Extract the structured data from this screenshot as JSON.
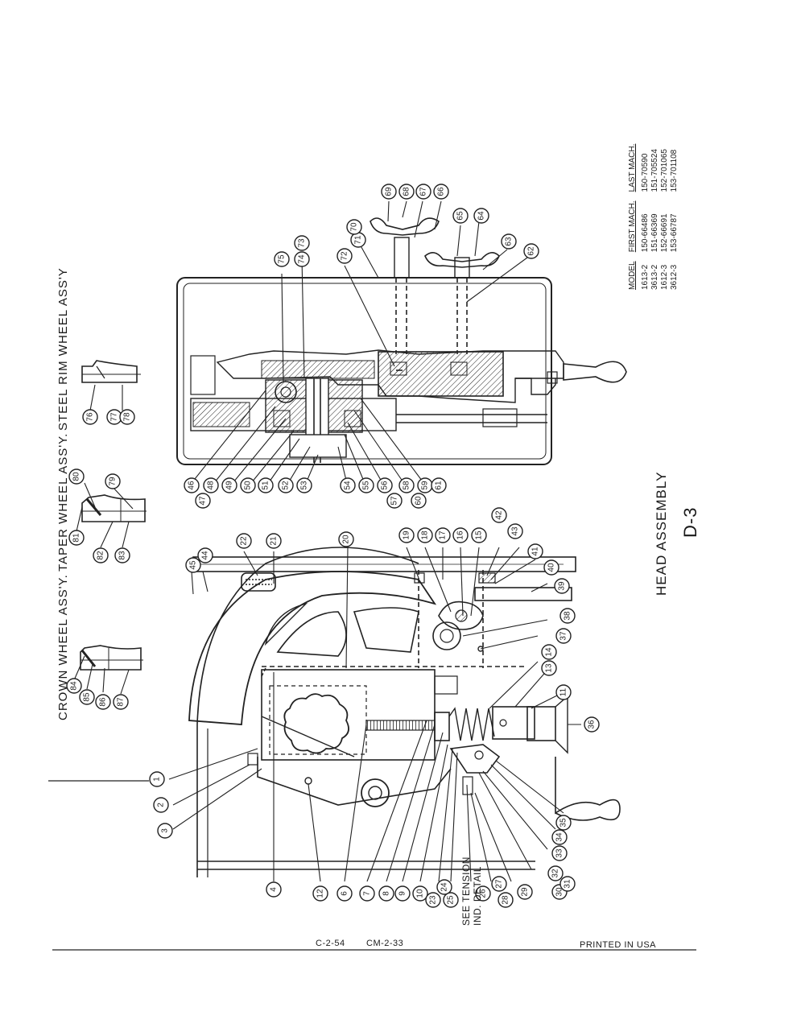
{
  "page": {
    "subassembly_titles": {
      "steel_rim": "STEEL RIM WHEEL ASS'Y",
      "taper": "TAPER WHEEL ASS'Y.",
      "crown": "CROWN WHEEL ASS'Y."
    },
    "title": "HEAD ASSEMBLY",
    "page_code": "D-3",
    "footer_left": "C-2-54",
    "footer_mid": "CM-2-33",
    "footer_right": "PRINTED IN USA",
    "tension_note_line1": "SEE TENSION",
    "tension_note_line2": "IND. DETAIL"
  },
  "model_table": {
    "headers": [
      "MODEL",
      "FIRST MACH.",
      "LAST MACH."
    ],
    "rows": [
      [
        "1613-2",
        "150-66486",
        "150-70590"
      ],
      [
        "3613-2",
        "151-66369",
        "151-705524"
      ],
      [
        "1612-3",
        "152-66691",
        "152-701065"
      ],
      [
        "3612-3",
        "153-66787",
        "153-701108"
      ]
    ]
  },
  "callouts": {
    "steel_rim": [
      "76",
      "77",
      "78"
    ],
    "taper": [
      "80",
      "79",
      "81",
      "82",
      "83"
    ],
    "crown": [
      "84",
      "85",
      "86",
      "87"
    ],
    "top_view_bottom": [
      "46",
      "47",
      "48",
      "49",
      "50",
      "51",
      "52",
      "53",
      "54",
      "55",
      "56",
      "57",
      "58",
      "59",
      "60",
      "61"
    ],
    "top_view_left": [
      "75",
      "74",
      "73",
      "72",
      "71",
      "70"
    ],
    "top_view_right": [
      "69",
      "68",
      "67",
      "66",
      "65",
      "64",
      "63",
      "62"
    ],
    "side_view_top": [
      "45",
      "44",
      "22",
      "21",
      "20",
      "19",
      "18",
      "17",
      "16",
      "15",
      "42",
      "43",
      "41",
      "40",
      "39"
    ],
    "side_view_left": [
      "1",
      "2",
      "3"
    ],
    "side_view_right": [
      "38",
      "37",
      "14",
      "13",
      "11",
      "36"
    ],
    "side_view_bottom": [
      "4",
      "12",
      "6",
      "7",
      "8",
      "9",
      "10",
      "23",
      "24",
      "25",
      "26",
      "27",
      "28",
      "29",
      "30",
      "31",
      "32",
      "33",
      "34",
      "35"
    ]
  }
}
